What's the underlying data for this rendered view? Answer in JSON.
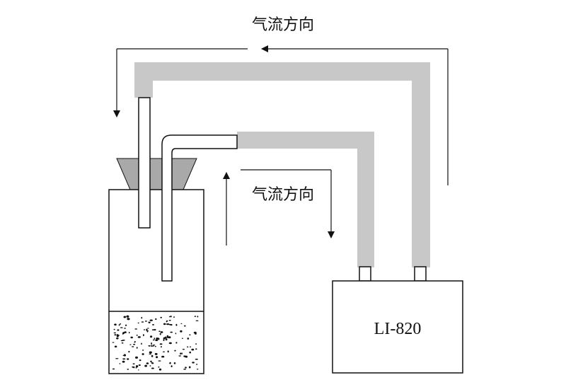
{
  "labels": {
    "flow_top": "气流方向",
    "flow_middle": "气流方向",
    "analyzer": "LI-820"
  },
  "colors": {
    "tube_gray": "#c8c8c8",
    "stopper_gray": "#a9a9a9",
    "line": "#111111",
    "background": "#ffffff"
  }
}
